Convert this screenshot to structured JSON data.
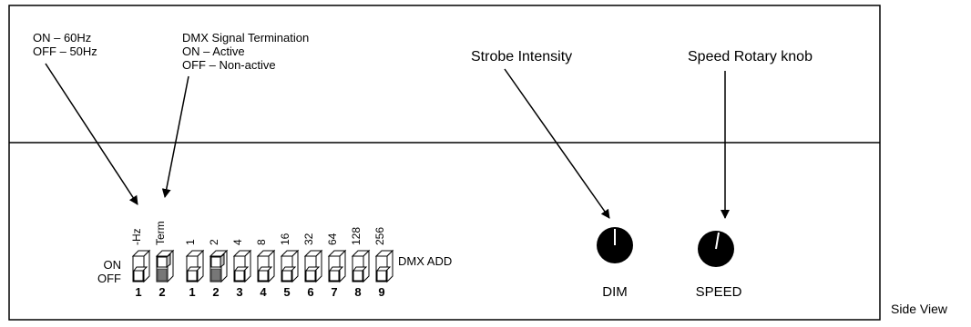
{
  "annotations": {
    "hz_on": "ON – 60Hz",
    "hz_off": "OFF – 50Hz",
    "term_title": "DMX Signal Termination",
    "term_on": "ON – Active",
    "term_off": "OFF – Non-active",
    "strobe": "Strobe Intensity",
    "speed": "Speed Rotary knob"
  },
  "switch_labels": {
    "on": "ON",
    "off": "OFF"
  },
  "left_bank": {
    "labels": [
      "-Hz",
      "Term"
    ],
    "numbers": [
      "1",
      "2"
    ],
    "positions": [
      "off",
      "on"
    ]
  },
  "dmx_bank": {
    "labels": [
      "1",
      "2",
      "4",
      "8",
      "16",
      "32",
      "64",
      "128",
      "256"
    ],
    "numbers": [
      "1",
      "2",
      "3",
      "4",
      "5",
      "6",
      "7",
      "8",
      "9"
    ],
    "positions": [
      "off",
      "on",
      "off",
      "off",
      "off",
      "off",
      "off",
      "off",
      "off"
    ],
    "caption": "DMX ADD"
  },
  "knobs": {
    "dim_label": "DIM",
    "speed_label": "SPEED"
  },
  "side_view": "Side View"
}
